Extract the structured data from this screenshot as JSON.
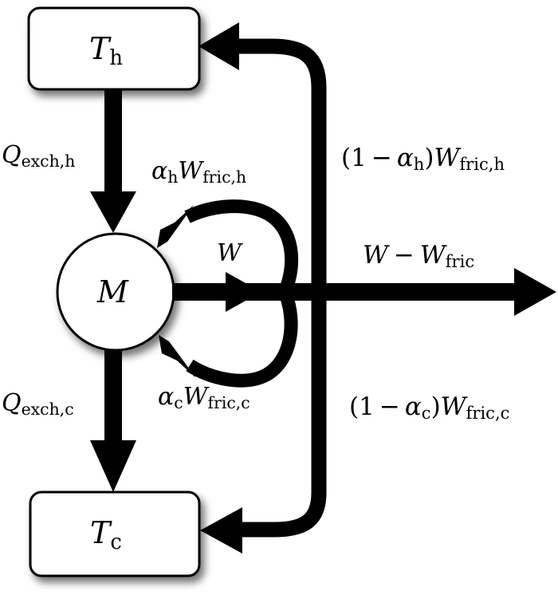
{
  "figure": {
    "type": "flow-diagram",
    "subject": "thermodynamic machine energy flow with friction partitioning",
    "background_color": "#ffffff",
    "stroke_color": "#000000"
  },
  "nodes": [
    {
      "id": "hot-reservoir",
      "shape": "rounded-rectangle",
      "label_base": "T",
      "label_sub": "h",
      "label_plain": "T_h"
    },
    {
      "id": "machine",
      "shape": "circle",
      "label_base": "M",
      "label_sub": "",
      "label_plain": "M"
    },
    {
      "id": "cold-reservoir",
      "shape": "rounded-rectangle",
      "label_base": "T",
      "label_sub": "c",
      "label_plain": "T_c"
    }
  ],
  "edge_labels": {
    "q_exch_h": {
      "plain": "Q_exch,h",
      "base": "Q",
      "sub": "exch,h",
      "from": "hot-reservoir",
      "to": "machine"
    },
    "q_exch_c": {
      "plain": "Q_exch,c",
      "base": "Q",
      "sub": "exch,c",
      "from": "machine",
      "to": "cold-reservoir"
    },
    "alpha_h_w_fric_h": {
      "plain": "alpha_h W_fric,h",
      "alpha": "α",
      "alpha_sub": "h",
      "base": "W",
      "sub": "fric,h",
      "from": "work-line",
      "to": "machine"
    },
    "alpha_c_w_fric_c": {
      "plain": "alpha_c W_fric,c",
      "alpha": "α",
      "alpha_sub": "c",
      "base": "W",
      "sub": "fric,c",
      "from": "work-line",
      "to": "machine"
    },
    "w": {
      "plain": "W",
      "base": "W",
      "sub": "",
      "from": "machine",
      "to": "work-line"
    },
    "w_minus_w_fric": {
      "plain": "W - W_fric",
      "base1": "W",
      "operator": "−",
      "base2": "W",
      "sub2": "fric",
      "from": "work-line",
      "to": "output"
    },
    "one_minus_alpha_h_w_fric_h": {
      "plain": "(1 - alpha_h) W_fric,h",
      "open": "(",
      "one": "1",
      "operator": "−",
      "alpha": "α",
      "alpha_sub": "h",
      "close": ")",
      "base": "W",
      "sub": "fric,h",
      "from": "work-line",
      "to": "hot-reservoir"
    },
    "one_minus_alpha_c_w_fric_c": {
      "plain": "(1 - alpha_c) W_fric,c",
      "open": "(",
      "one": "1",
      "operator": "−",
      "alpha": "α",
      "alpha_sub": "c",
      "close": ")",
      "base": "W",
      "sub": "fric,c",
      "from": "work-line",
      "to": "cold-reservoir"
    }
  }
}
